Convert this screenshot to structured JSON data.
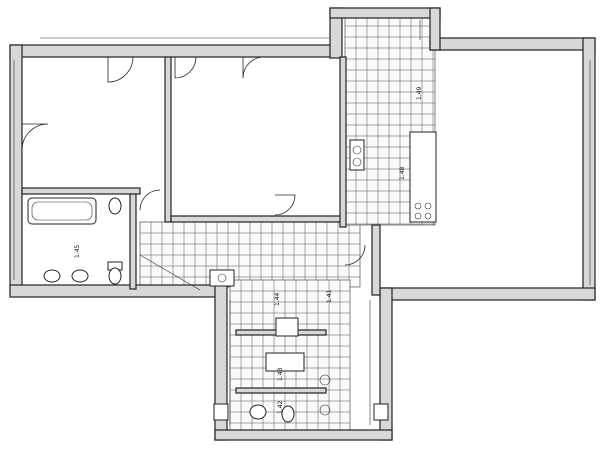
{
  "labels": {
    "dim_144": "1.44",
    "dim_141": "1.41",
    "dim_143": "1.43",
    "dim_142": "1.42",
    "dim_145": "1.45",
    "dim_148": "1.48",
    "dim_149": "1.49"
  }
}
